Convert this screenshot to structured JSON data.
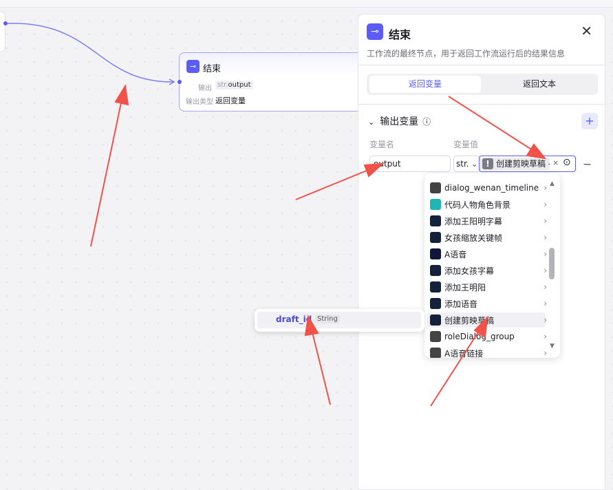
{
  "node": {
    "title": "结束",
    "output_label": "输出",
    "output_prefix": "str.",
    "output_value": "output",
    "type_label": "输出类型",
    "type_value": "返回变量"
  },
  "panel": {
    "title": "结束",
    "description": "工作流的最终节点，用于返回工作流运行后的结果信息",
    "tabs": [
      "返回变量",
      "返回文本"
    ],
    "section": "输出变量",
    "col_name": "变量名",
    "col_value": "变量值",
    "var_name": "output",
    "type": "str.",
    "ref_value": "创建剪映草稿 -"
  },
  "dropdown": {
    "items": [
      {
        "label": "dialog_wenan_timeline",
        "icon": "robot-icon",
        "color": "#444"
      },
      {
        "label": "代码人物角色背景",
        "icon": "code-icon",
        "color": "#1fb5b5"
      },
      {
        "label": "添加王阳明字幕",
        "icon": "plugin-icon",
        "color": "#13223a"
      },
      {
        "label": "女孩缩放关键帧",
        "icon": "plugin-icon",
        "color": "#13223a"
      },
      {
        "label": "A语音",
        "icon": "audio-icon",
        "color": "#10173a"
      },
      {
        "label": "添加女孩字幕",
        "icon": "plugin-icon",
        "color": "#13223a"
      },
      {
        "label": "添加王明阳",
        "icon": "plugin-icon",
        "color": "#13223a"
      },
      {
        "label": "添加语音",
        "icon": "plugin-icon",
        "color": "#13223a"
      },
      {
        "label": "创建剪映草稿",
        "icon": "plugin-icon",
        "color": "#13223a",
        "selected": true
      },
      {
        "label": "roleDialog_group",
        "icon": "robot-icon",
        "color": "#444"
      },
      {
        "label": "A语音链接",
        "icon": "robot-icon",
        "color": "#444"
      }
    ]
  },
  "popover": {
    "name": "draft_id",
    "type": "String"
  },
  "colors": {
    "accent": "#5a5cf5",
    "arrow": "#f0524a"
  }
}
